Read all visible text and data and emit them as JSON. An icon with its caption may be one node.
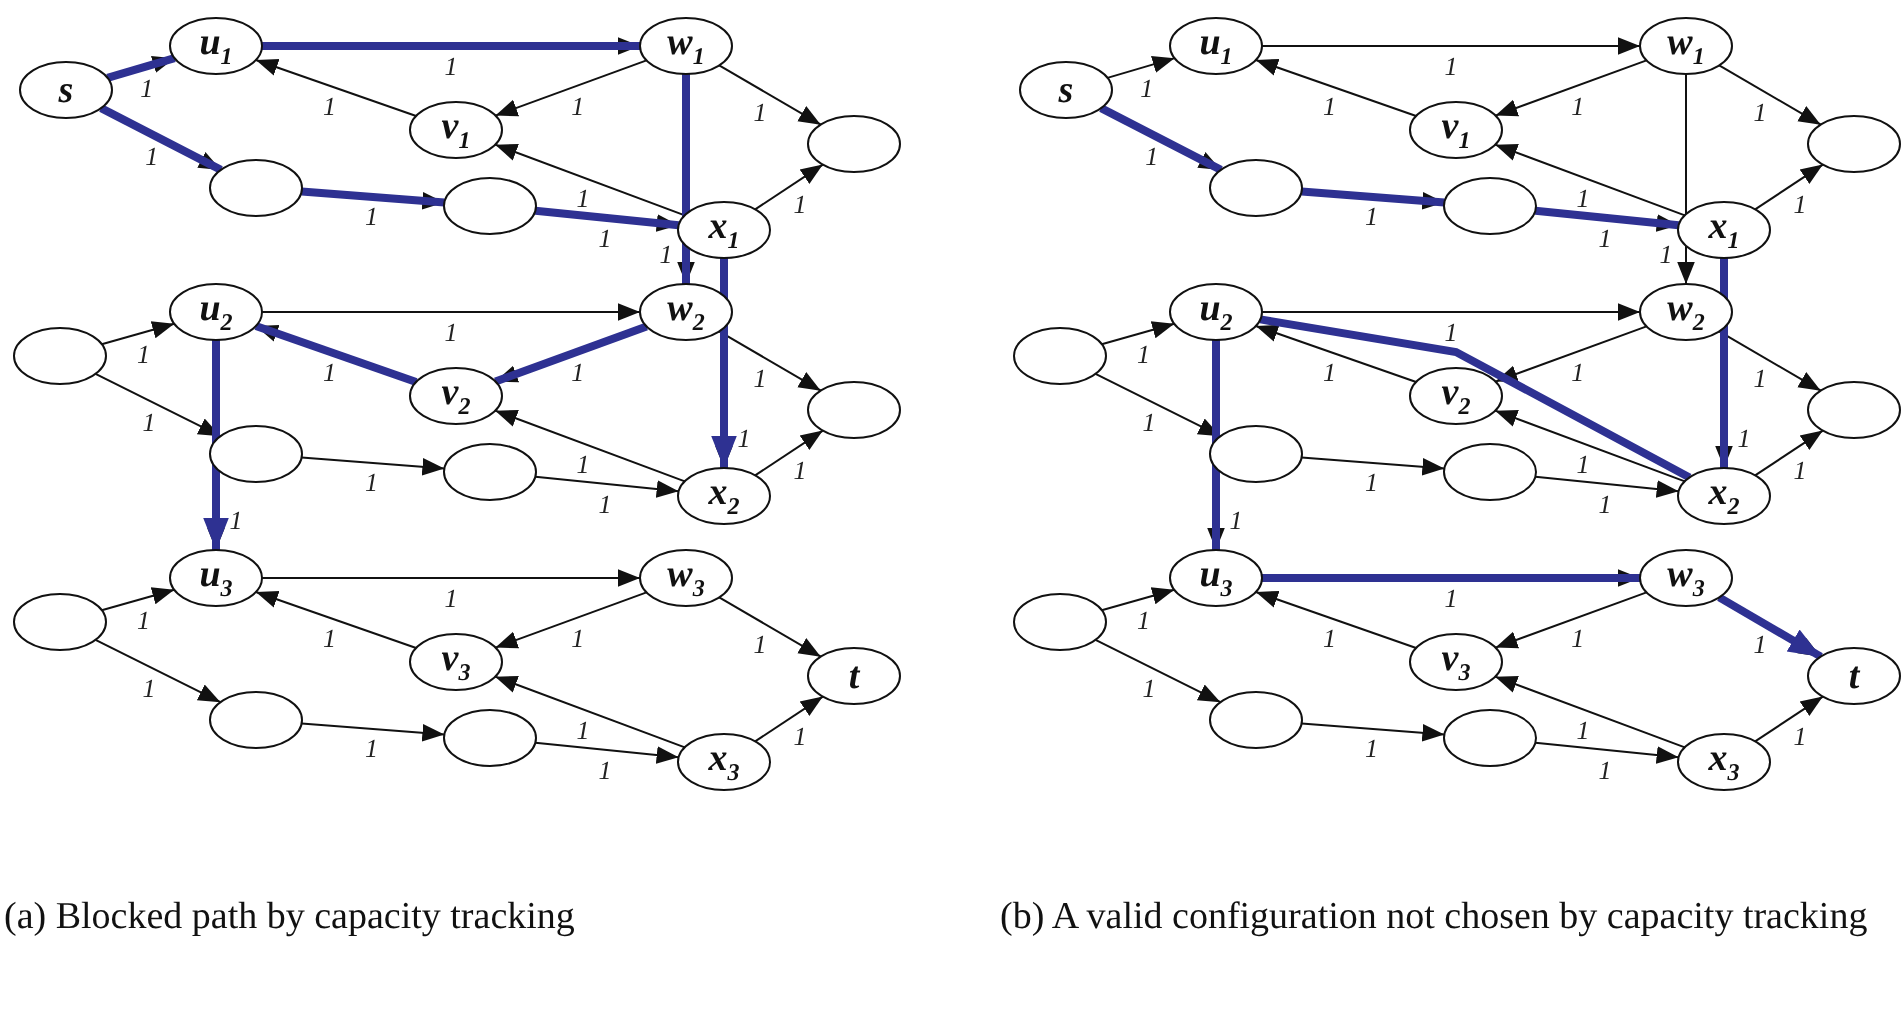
{
  "diagram": {
    "nodes": [
      {
        "text": [
          "s"
        ]
      },
      {
        "text": [
          "u$_{1}$"
        ]
      },
      {
        "text": [
          "w$_{1}$"
        ]
      },
      {
        "text": [
          "v$_{1}$"
        ]
      },
      {
        "text": [],
        "shape": "ellipse"
      },
      {
        "text": [],
        "shape": "ellipse"
      },
      {
        "text": [
          "x$_{1}$"
        ]
      },
      {
        "text": [],
        "shape": "ellipse"
      },
      {
        "text": [],
        "shape": "ellipse"
      },
      {
        "text": [
          "u$_{2}$"
        ]
      },
      {
        "text": [
          "w$_{2}$"
        ]
      },
      {
        "text": [
          "v$_{2}$"
        ]
      },
      {
        "text": [],
        "shape": "ellipse"
      },
      {
        "text": [],
        "shape": "ellipse"
      },
      {
        "text": [
          "x$_{2}$"
        ]
      },
      {
        "text": [],
        "shape": "ellipse"
      },
      {
        "text": [],
        "shape": "ellipse"
      },
      {
        "text": [
          "u$_{3}$"
        ]
      },
      {
        "text": [
          "w$_{3}$"
        ]
      },
      {
        "text": [
          "v$_{3}$"
        ]
      },
      {
        "text": [],
        "shape": "ellipse"
      },
      {
        "text": [],
        "shape": "ellipse"
      },
      {
        "text": [
          "x$_{3}$"
        ]
      },
      {
        "text": [
          "t"
        ]
      },
      {
        "text": [
          "s"
        ]
      },
      {
        "text": [
          "u$_{1}$"
        ]
      },
      {
        "text": [
          "w$_{1}$"
        ]
      },
      {
        "text": [
          "v$_{1}$"
        ]
      },
      {
        "text": [],
        "shape": "ellipse"
      },
      {
        "text": [],
        "shape": "ellipse"
      },
      {
        "text": [
          "x$_{1}$"
        ]
      },
      {
        "text": [],
        "shape": "ellipse"
      },
      {
        "text": [],
        "shape": "ellipse"
      },
      {
        "text": [
          "u$_{2}$"
        ]
      },
      {
        "text": [
          "w$_{2}$"
        ]
      },
      {
        "text": [
          "v$_{2}$"
        ]
      },
      {
        "text": [],
        "shape": "ellipse"
      },
      {
        "text": [],
        "shape": "ellipse"
      },
      {
        "text": [
          "x$_{2}$"
        ]
      },
      {
        "text": [],
        "shape": "ellipse"
      },
      {
        "text": [],
        "shape": "ellipse"
      },
      {
        "text": [
          "u$_{3}$"
        ]
      },
      {
        "text": [
          "w$_{3}$"
        ]
      },
      {
        "text": [
          "v$_{3}$"
        ]
      },
      {
        "text": [],
        "shape": "ellipse"
      },
      {
        "text": [],
        "shape": "ellipse"
      },
      {
        "text": [
          "x$_{3}$"
        ]
      },
      {
        "text": [
          "t"
        ]
      }
    ],
    "edges": [
      {
        "from": 0,
        "to": 1,
        "arrow": "to",
        "label": "1"
      },
      {
        "from": 0,
        "to": 4,
        "arrow": "to",
        "label": "1"
      },
      {
        "from": 1,
        "to": 2,
        "arrow": "to",
        "label": "1"
      },
      {
        "from": 2,
        "to": 3,
        "arrow": "to",
        "label": "1"
      },
      {
        "from": 3,
        "to": 1,
        "arrow": "to",
        "label": "1"
      },
      {
        "from": 6,
        "to": 3,
        "arrow": "to",
        "label": "1"
      },
      {
        "from": 4,
        "to": 5,
        "arrow": "to",
        "label": "1"
      },
      {
        "from": 5,
        "to": 6,
        "arrow": "to",
        "label": "1"
      },
      {
        "from": 2,
        "to": 7,
        "arrow": "to",
        "label": "1"
      },
      {
        "from": 6,
        "to": 7,
        "arrow": "to",
        "label": "1"
      },
      {
        "from": 8,
        "to": 9,
        "arrow": "to",
        "label": "1"
      },
      {
        "from": 8,
        "to": 12,
        "arrow": "to",
        "label": "1"
      },
      {
        "from": 9,
        "to": 10,
        "arrow": "to",
        "label": "1"
      },
      {
        "from": 10,
        "to": 11,
        "arrow": "to",
        "label": "1"
      },
      {
        "from": 11,
        "to": 9,
        "arrow": "to",
        "label": "1"
      },
      {
        "from": 14,
        "to": 11,
        "arrow": "to",
        "label": "1"
      },
      {
        "from": 12,
        "to": 13,
        "arrow": "to",
        "label": "1"
      },
      {
        "from": 13,
        "to": 14,
        "arrow": "to",
        "label": "1"
      },
      {
        "from": 10,
        "to": 15,
        "arrow": "to",
        "label": "1"
      },
      {
        "from": 14,
        "to": 15,
        "arrow": "to",
        "label": "1"
      },
      {
        "from": 16,
        "to": 17,
        "arrow": "to",
        "label": "1"
      },
      {
        "from": 16,
        "to": 20,
        "arrow": "to",
        "label": "1"
      },
      {
        "from": 17,
        "to": 18,
        "arrow": "to",
        "label": "1"
      },
      {
        "from": 18,
        "to": 19,
        "arrow": "to",
        "label": "1"
      },
      {
        "from": 19,
        "to": 17,
        "arrow": "to",
        "label": "1"
      },
      {
        "from": 22,
        "to": 19,
        "arrow": "to",
        "label": "1"
      },
      {
        "from": 20,
        "to": 21,
        "arrow": "to",
        "label": "1"
      },
      {
        "from": 21,
        "to": 22,
        "arrow": "to",
        "label": "1"
      },
      {
        "from": 18,
        "to": 23,
        "arrow": "to",
        "label": "1"
      },
      {
        "from": 22,
        "to": 23,
        "arrow": "to",
        "label": "1"
      },
      {
        "from": 2,
        "to": 10,
        "arrow": "to",
        "label": "1"
      },
      {
        "from": 6,
        "to": 14,
        "arrow": "to",
        "label": "1"
      },
      {
        "from": 9,
        "to": 17,
        "arrow": "to",
        "label": "1"
      },
      {
        "from": 0,
        "to": 1,
        "arrow": "none",
        "style": "thick",
        "color": "#2e3192"
      },
      {
        "from": 1,
        "to": 2,
        "arrow": "none",
        "style": "thick",
        "color": "#2e3192"
      },
      {
        "from": 2,
        "to": 10,
        "arrow": "none",
        "style": "thick",
        "color": "#2e3192"
      },
      {
        "from": 10,
        "to": 11,
        "arrow": "none",
        "style": "thick",
        "color": "#2e3192"
      },
      {
        "from": 11,
        "to": 9,
        "arrow": "none",
        "style": "thick",
        "color": "#2e3192"
      },
      {
        "from": 9,
        "to": 17,
        "arrow": "to",
        "style": "thick",
        "color": "#2e3192"
      },
      {
        "from": 0,
        "to": 4,
        "arrow": "none",
        "style": "thick",
        "color": "#2e3192"
      },
      {
        "from": 4,
        "to": 5,
        "arrow": "none",
        "style": "thick",
        "color": "#2e3192"
      },
      {
        "from": 5,
        "to": 6,
        "arrow": "none",
        "style": "thick",
        "color": "#2e3192"
      },
      {
        "from": 6,
        "to": 14,
        "arrow": "to",
        "style": "thick",
        "color": "#2e3192"
      },
      {
        "from": 24,
        "to": 25,
        "arrow": "to",
        "label": "1"
      },
      {
        "from": 24,
        "to": 28,
        "arrow": "to",
        "label": "1"
      },
      {
        "from": 25,
        "to": 26,
        "arrow": "to",
        "label": "1"
      },
      {
        "from": 26,
        "to": 27,
        "arrow": "to",
        "label": "1"
      },
      {
        "from": 27,
        "to": 25,
        "arrow": "to",
        "label": "1"
      },
      {
        "from": 30,
        "to": 27,
        "arrow": "to",
        "label": "1"
      },
      {
        "from": 28,
        "to": 29,
        "arrow": "to",
        "label": "1"
      },
      {
        "from": 29,
        "to": 30,
        "arrow": "to",
        "label": "1"
      },
      {
        "from": 26,
        "to": 31,
        "arrow": "to",
        "label": "1"
      },
      {
        "from": 30,
        "to": 31,
        "arrow": "to",
        "label": "1"
      },
      {
        "from": 32,
        "to": 33,
        "arrow": "to",
        "label": "1"
      },
      {
        "from": 32,
        "to": 36,
        "arrow": "to",
        "label": "1"
      },
      {
        "from": 33,
        "to": 34,
        "arrow": "to",
        "label": "1"
      },
      {
        "from": 34,
        "to": 35,
        "arrow": "to",
        "label": "1"
      },
      {
        "from": 35,
        "to": 33,
        "arrow": "to",
        "label": "1"
      },
      {
        "from": 38,
        "to": 35,
        "arrow": "to",
        "label": "1"
      },
      {
        "from": 36,
        "to": 37,
        "arrow": "to",
        "label": "1"
      },
      {
        "from": 37,
        "to": 38,
        "arrow": "to",
        "label": "1"
      },
      {
        "from": 34,
        "to": 39,
        "arrow": "to",
        "label": "1"
      },
      {
        "from": 38,
        "to": 39,
        "arrow": "to",
        "label": "1"
      },
      {
        "from": 40,
        "to": 41,
        "arrow": "to",
        "label": "1"
      },
      {
        "from": 40,
        "to": 44,
        "arrow": "to",
        "label": "1"
      },
      {
        "from": 41,
        "to": 42,
        "arrow": "to",
        "label": "1"
      },
      {
        "from": 42,
        "to": 43,
        "arrow": "to",
        "label": "1"
      },
      {
        "from": 43,
        "to": 41,
        "arrow": "to",
        "label": "1"
      },
      {
        "from": 46,
        "to": 43,
        "arrow": "to",
        "label": "1"
      },
      {
        "from": 44,
        "to": 45,
        "arrow": "to",
        "label": "1"
      },
      {
        "from": 45,
        "to": 46,
        "arrow": "to",
        "label": "1"
      },
      {
        "from": 42,
        "to": 47,
        "arrow": "to",
        "label": "1"
      },
      {
        "from": 46,
        "to": 47,
        "arrow": "to",
        "label": "1"
      },
      {
        "from": 26,
        "to": 34,
        "arrow": "to",
        "label": "1"
      },
      {
        "from": 30,
        "to": 38,
        "arrow": "to",
        "label": "1"
      },
      {
        "from": 33,
        "to": 41,
        "arrow": "to",
        "label": "1"
      },
      {
        "from": 24,
        "to": 28,
        "arrow": "none",
        "style": "thick",
        "color": "#2e3192"
      },
      {
        "from": 28,
        "to": 29,
        "arrow": "none",
        "style": "thick",
        "color": "#2e3192"
      },
      {
        "from": 29,
        "to": 30,
        "arrow": "none",
        "style": "thick",
        "color": "#2e3192"
      },
      {
        "from": 30,
        "to": 38,
        "arrow": "none",
        "style": "thick",
        "color": "#2e3192"
      },
      {
        "from": 38,
        "to": 33,
        "arrow": "none",
        "style": "thick",
        "color": "#2e3192"
      },
      {
        "from": 33,
        "to": 41,
        "arrow": "none",
        "style": "thick",
        "color": "#2e3192"
      },
      {
        "from": 41,
        "to": 42,
        "arrow": "none",
        "style": "thick",
        "color": "#2e3192"
      },
      {
        "from": 42,
        "to": 47,
        "arrow": "to",
        "style": "thick",
        "color": "#2e3192"
      }
    ],
    "labels": [
      "(a) Blocked path by capacity tracking",
      "(b) A valid configuration not chosen by capacity tracking"
    ]
  }
}
